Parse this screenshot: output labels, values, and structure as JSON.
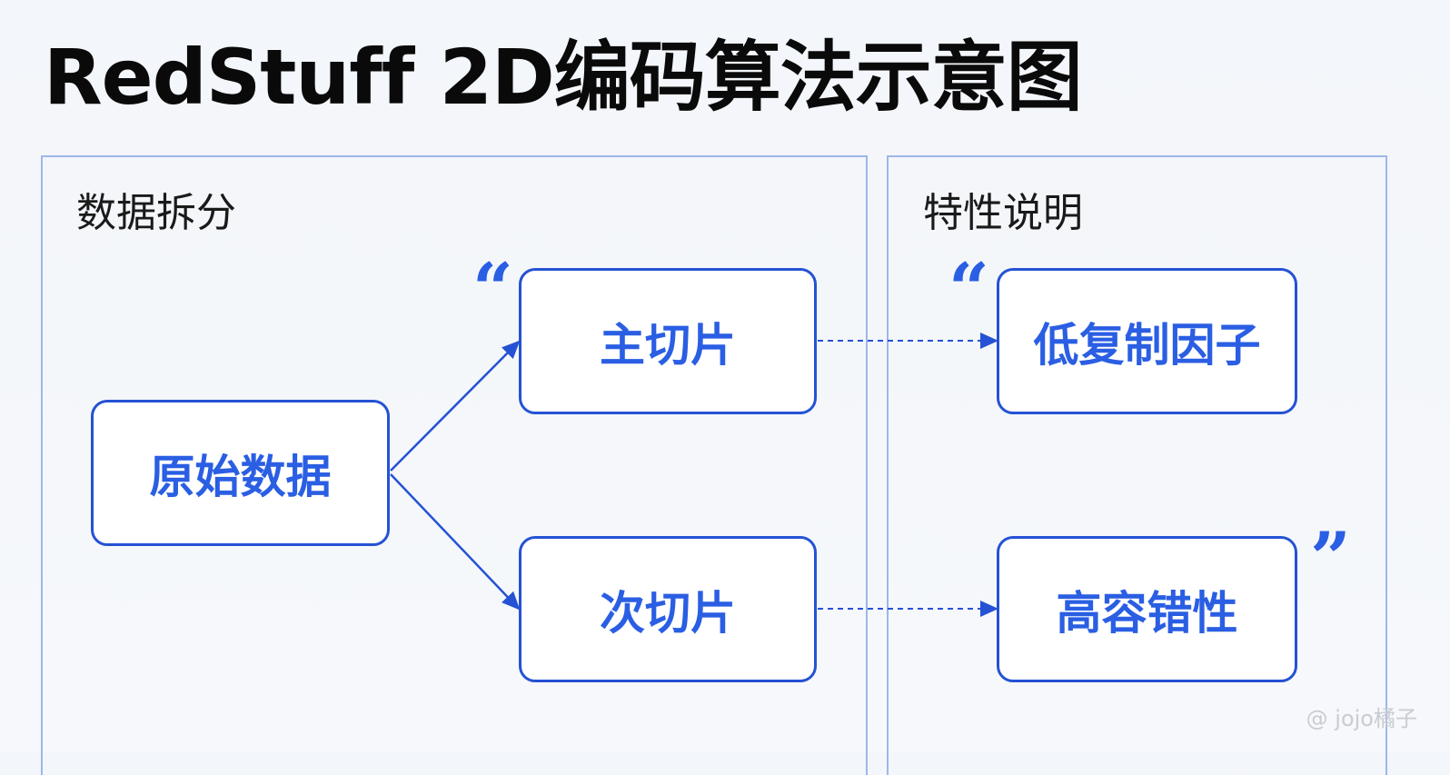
{
  "title": "RedStuff 2D编码算法示意图",
  "left_panel": {
    "label": "数据拆分"
  },
  "right_panel": {
    "label": "特性说明"
  },
  "nodes": {
    "source": "原始数据",
    "primary": "主切片",
    "secondary": "次切片",
    "low_replication": "低复制因子",
    "fault_tolerance": "高容错性"
  },
  "quotes": {
    "open": "“",
    "close": "”"
  },
  "watermark": "@ jojo橘子",
  "colors": {
    "accent": "#2552d4",
    "text_blue": "#2a5ee3",
    "panel_border": "#9db7ea"
  }
}
